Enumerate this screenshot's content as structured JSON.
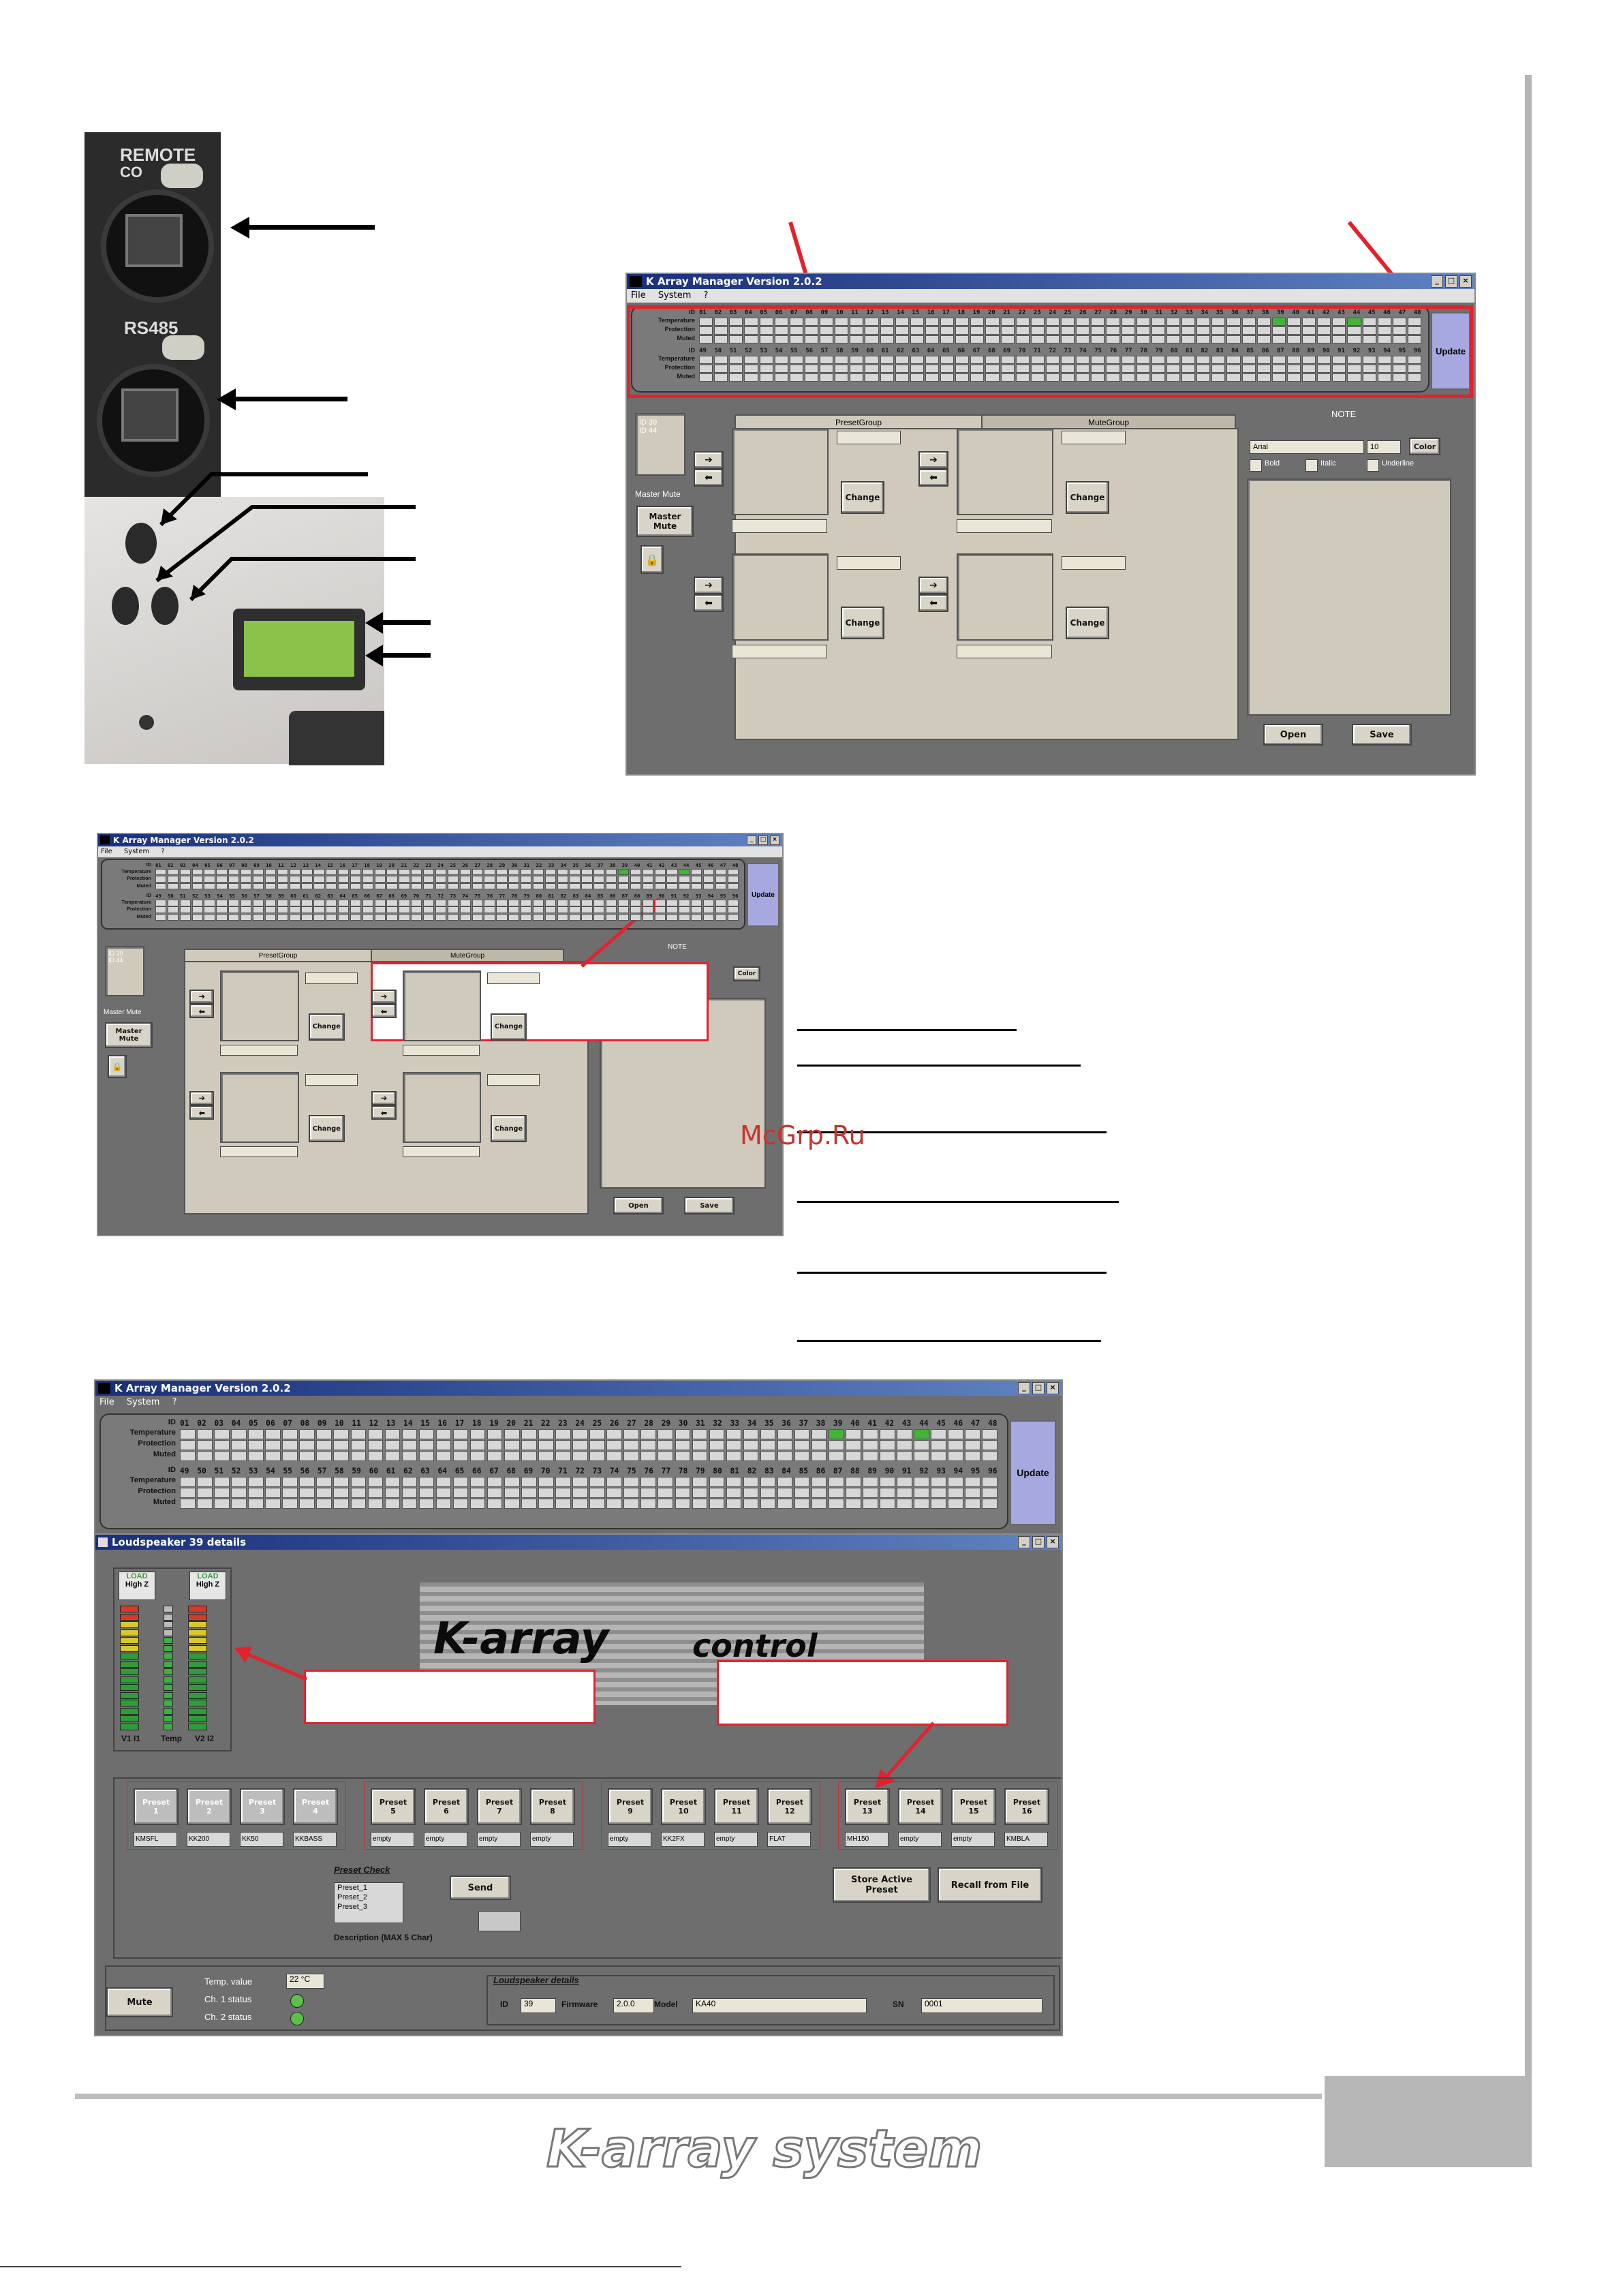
{
  "hardware": {
    "remote_label": "REMOTE",
    "remote_label_2": "CO",
    "rs485_label": "RS485"
  },
  "app": {
    "window_title": "K Array Manager Version 2.0.2",
    "menu": [
      "File",
      "System",
      "?"
    ],
    "id_row1_label": "ID",
    "row_labels": [
      "Temperature",
      "Protection",
      "Muted"
    ],
    "ids_row1": [
      "01",
      "02",
      "03",
      "04",
      "05",
      "06",
      "07",
      "08",
      "09",
      "10",
      "11",
      "12",
      "13",
      "14",
      "15",
      "16",
      "17",
      "18",
      "19",
      "20",
      "21",
      "22",
      "23",
      "24",
      "25",
      "26",
      "27",
      "28",
      "29",
      "30",
      "31",
      "32",
      "33",
      "34",
      "35",
      "36",
      "37",
      "38",
      "39",
      "40",
      "41",
      "42",
      "43",
      "44",
      "45",
      "46",
      "47",
      "48"
    ],
    "ids_row2": [
      "49",
      "50",
      "51",
      "52",
      "53",
      "54",
      "55",
      "56",
      "57",
      "58",
      "59",
      "60",
      "61",
      "62",
      "63",
      "64",
      "65",
      "66",
      "67",
      "68",
      "69",
      "70",
      "71",
      "72",
      "73",
      "74",
      "75",
      "76",
      "77",
      "78",
      "79",
      "80",
      "81",
      "82",
      "83",
      "84",
      "85",
      "86",
      "87",
      "88",
      "89",
      "90",
      "91",
      "92",
      "93",
      "94",
      "95",
      "96"
    ],
    "active_ids": [
      "39",
      "44"
    ],
    "update_label": "Update",
    "id_box_text": "ID 39\nID 44",
    "master_mute_section": "Master Mute",
    "master_mute_label": "Master Mute",
    "tabs": [
      "PresetGroup",
      "MuteGroup"
    ],
    "change_label": "Change",
    "note_label": "NOTE",
    "font_name": "Arial",
    "font_size": "10",
    "color_label": "Color",
    "bold_label": "Bold",
    "italic_label": "Italic",
    "underline_label": "Underline",
    "open_label": "Open",
    "save_label": "Save"
  },
  "watermark": "McGrp.Ru",
  "details": {
    "window_title": "Loudspeaker 39 details",
    "badge_label": "LOAD",
    "badge_value": "High Z",
    "meter_labels": [
      "V1 I1",
      "Temp",
      "V2 I2"
    ],
    "logo_text_1": "K-array",
    "logo_text_2": "control",
    "preset_buttons": [
      {
        "label": "Preset",
        "num": "1"
      },
      {
        "label": "Preset",
        "num": "2"
      },
      {
        "label": "Preset",
        "num": "3"
      },
      {
        "label": "Preset",
        "num": "4"
      },
      {
        "label": "Preset",
        "num": "5"
      },
      {
        "label": "Preset",
        "num": "6"
      },
      {
        "label": "Preset",
        "num": "7"
      },
      {
        "label": "Preset",
        "num": "8"
      },
      {
        "label": "Preset",
        "num": "9"
      },
      {
        "label": "Preset",
        "num": "10"
      },
      {
        "label": "Preset",
        "num": "11"
      },
      {
        "label": "Preset",
        "num": "12"
      },
      {
        "label": "Preset",
        "num": "13"
      },
      {
        "label": "Preset",
        "num": "14"
      },
      {
        "label": "Preset",
        "num": "15"
      },
      {
        "label": "Preset",
        "num": "16"
      }
    ],
    "preset_names": [
      "KMSFL",
      "KK200",
      "KK50",
      "KKBASS",
      "empty",
      "empty",
      "empty",
      "empty",
      "empty",
      "KK2FX",
      "empty",
      "FLAT",
      "MH150",
      "empty",
      "empty",
      "KMBLA"
    ],
    "preset_check_label": "Preset Check",
    "preset_list": [
      "Preset_1",
      "Preset_2",
      "Preset_3"
    ],
    "send_label": "Send",
    "description_label": "Description (MAX 5 Char)",
    "store_label": "Store Active Preset",
    "recall_label": "Recall from File",
    "mute_label": "Mute",
    "temp_label": "Temp. value",
    "temp_value": "22 °C",
    "ch1_label": "Ch. 1 status",
    "ch2_label": "Ch. 2 status",
    "details_header": "Loudspeaker details",
    "id_label": "ID",
    "id_value": "39",
    "firmware_label": "Firmware",
    "firmware_value": "2.0.0",
    "model_label": "Model",
    "model_value": "KA40",
    "sn_label": "SN",
    "sn_value": "0001"
  },
  "footer": {
    "brand": "K-array system"
  },
  "colors": {
    "callout_red": "#e3222e",
    "led_green": "#44b33a",
    "update_purple": "#a8a8e0",
    "title_blue": "#1a2f7a"
  }
}
